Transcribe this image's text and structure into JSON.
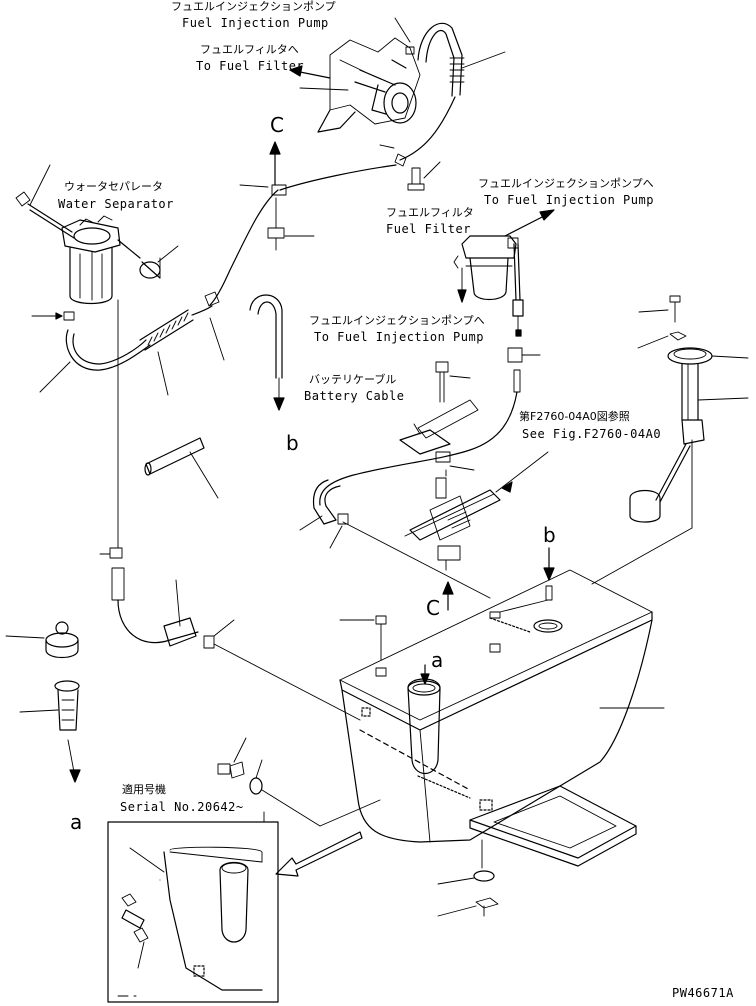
{
  "labels": {
    "fuel_injection_pump_top_jp": "フュエルインジェクションポンプ",
    "fuel_injection_pump_top_en": "Fuel Injection Pump",
    "to_fuel_filter_jp": "フュエルフィルタへ",
    "to_fuel_filter_en": "To Fuel Filter",
    "water_separator_jp": "ウォータセパレータ",
    "water_separator_en": "Water Separator",
    "to_fip_right_jp": "フュエルインジェクションポンプへ",
    "to_fip_right_en": "To Fuel Injection Pump",
    "fuel_filter_jp": "フュエルフィルタ",
    "fuel_filter_en": "Fuel Filter",
    "to_fip_mid_jp": "フュエルインジェクションポンプへ",
    "to_fip_mid_en": "To Fuel Injection Pump",
    "battery_cable_jp": "バッテリケーブル",
    "battery_cable_en": "Battery Cable",
    "see_fig_jp": "第F2760-04A0図参照",
    "see_fig_en": "See Fig.F2760-04A0",
    "serial_jp": "適用号機",
    "serial_en": "Serial No.20642~",
    "figure_code": "PW46671A"
  },
  "refs": {
    "c_top": "C",
    "c_bottom": "C",
    "b_left": "b",
    "b_right": "b",
    "a_tank": "a",
    "a_left": "a"
  }
}
